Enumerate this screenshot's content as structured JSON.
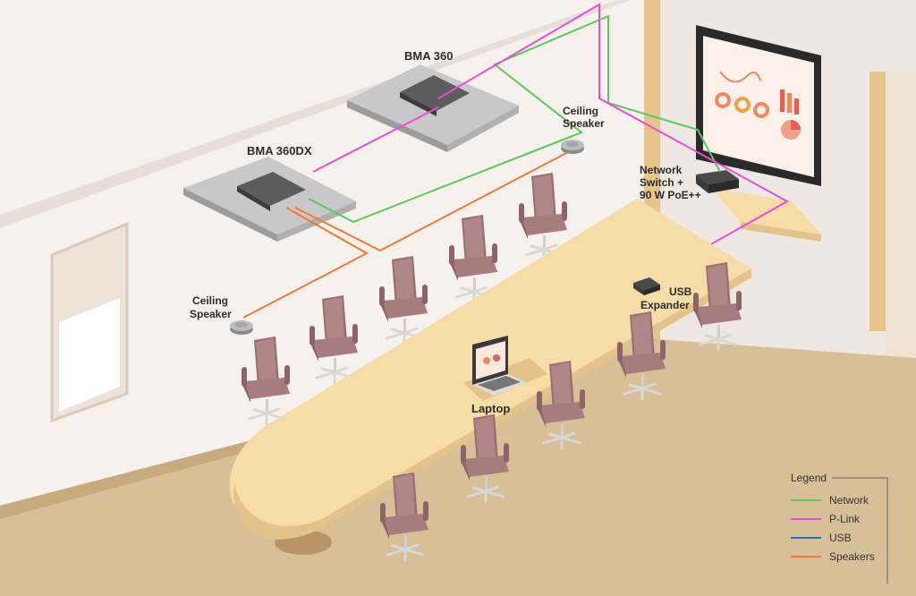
{
  "labels": {
    "bma360": "BMA 360",
    "bma360dx": "BMA 360DX",
    "ceiling_speaker_right_l1": "Ceiling",
    "ceiling_speaker_right_l2": "Speaker",
    "ceiling_speaker_left_l1": "Ceiling",
    "ceiling_speaker_left_l2": "Speaker",
    "network_switch_l1": "Network",
    "network_switch_l2": "Switch +",
    "network_switch_l3": "90 W PoE++",
    "usb_expander_l1": "USB",
    "usb_expander_l2": "Expander",
    "laptop": "Laptop"
  },
  "legend": {
    "title": "Legend",
    "items": [
      {
        "label": "Network",
        "color": "#5cc85a"
      },
      {
        "label": "P-Link",
        "color": "#e64fd6"
      },
      {
        "label": "USB",
        "color": "#3b6aa8"
      },
      {
        "label": "Speakers",
        "color": "#f07a3a"
      }
    ]
  },
  "colors": {
    "network": "#5cc85a",
    "plink": "#e64fd6",
    "usb": "#3b6aa8",
    "speakers": "#f07a3a",
    "floor": "#d7bf98",
    "wall": "#f7f3ef",
    "table": "#f6dca6",
    "chair": "#a77c7f"
  }
}
